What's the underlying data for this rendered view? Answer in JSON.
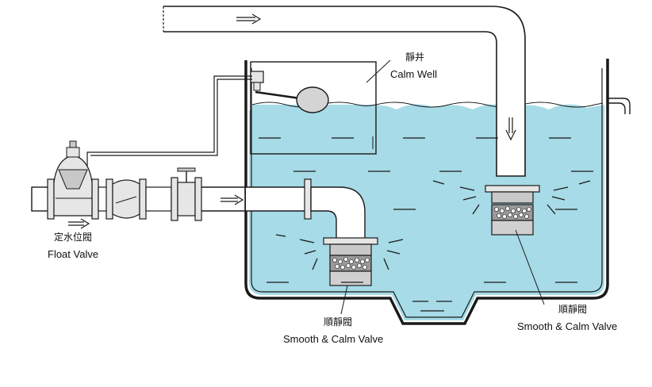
{
  "labels": {
    "calm_well_cn": "靜井",
    "calm_well_en": "Calm Well",
    "float_valve_cn": "定水位閥",
    "float_valve_en": "Float Valve",
    "smooth_valve_left_cn": "順靜閥",
    "smooth_valve_left_en": "Smooth & Calm Valve",
    "smooth_valve_right_cn": "順靜閥",
    "smooth_valve_right_en": "Smooth & Calm Valve"
  },
  "colors": {
    "water": "#a6dbe7",
    "outline": "#1a1a1a",
    "metal_light": "#e6e6e6",
    "metal_mid": "#c8c8c8",
    "filter_dark": "#7a7a7a",
    "ball": "#d4d4d4"
  },
  "icons": [
    "flow-arrow-icon",
    "float-ball-icon",
    "gate-valve-icon"
  ]
}
